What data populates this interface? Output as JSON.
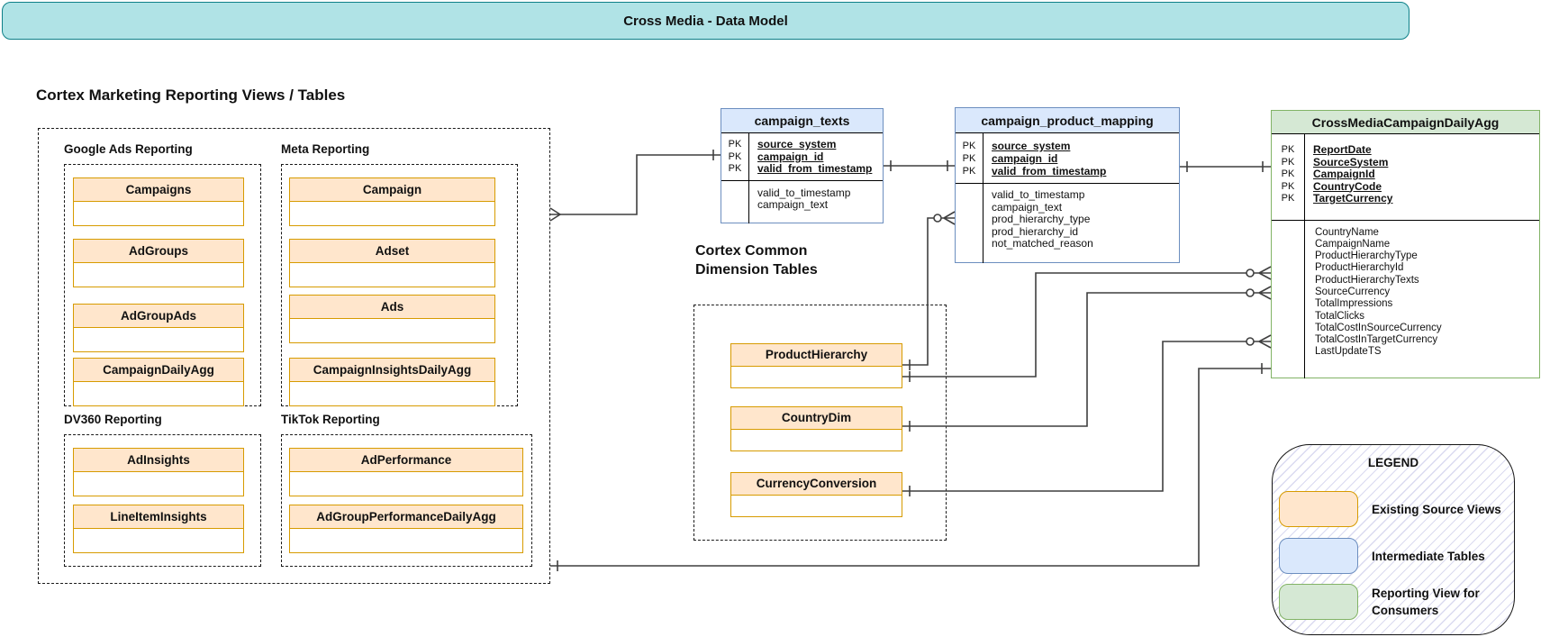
{
  "banner": {
    "title": "Cross Media - Data Model"
  },
  "labels": {
    "pk": "PK"
  },
  "left_section": {
    "title": "Cortex Marketing Reporting Views / Tables",
    "groups": [
      {
        "label": "Google Ads Reporting",
        "entities": [
          "Campaigns",
          "AdGroups",
          "AdGroupAds",
          "CampaignDailyAgg"
        ]
      },
      {
        "label": "Meta Reporting",
        "entities": [
          "Campaign",
          "Adset",
          "Ads",
          "CampaignInsightsDailyAgg"
        ]
      },
      {
        "label": "DV360 Reporting",
        "entities": [
          "AdInsights",
          "LineItemInsights"
        ]
      },
      {
        "label": "TikTok Reporting",
        "entities": [
          "AdPerformance",
          "AdGroupPerformanceDailyAgg"
        ]
      }
    ]
  },
  "tables": {
    "campaign_texts": {
      "title": "campaign_texts",
      "pk_fields": [
        "source_system",
        "campaign_id",
        "valid_from_timestamp"
      ],
      "fields": [
        "valid_to_timestamp",
        "campaign_text"
      ]
    },
    "campaign_product_mapping": {
      "title": "campaign_product_mapping",
      "pk_fields": [
        "source_system",
        "campaign_id",
        "valid_from_timestamp"
      ],
      "fields": [
        "valid_to_timestamp",
        "campaign_text",
        "prod_hierarchy_type",
        "prod_hierarchy_id",
        "not_matched_reason"
      ]
    },
    "cross_media_campaign_daily_agg": {
      "title": "CrossMediaCampaignDailyAgg",
      "pk_fields": [
        "ReportDate",
        "SourceSystem",
        "CampaignId",
        "CountryCode",
        "TargetCurrency"
      ],
      "fields": [
        "CountryName",
        "CampaignName",
        "ProductHierarchyType",
        "ProductHierarchyId",
        "ProductHierarchyTexts",
        "SourceCurrency",
        "TotalImpressions",
        "TotalClicks",
        "TotalCostInSourceCurrency",
        "TotalCostInTargetCurrency",
        "LastUpdateTS"
      ]
    }
  },
  "dimension_section": {
    "title_line1": "Cortex Common",
    "title_line2": "Dimension Tables",
    "entities": [
      "ProductHierarchy",
      "CountryDim",
      "CurrencyConversion"
    ]
  },
  "legend": {
    "title": "LEGEND",
    "items": [
      {
        "label": "Existing Source Views",
        "fill": "#ffe6cc",
        "border": "#d79b00"
      },
      {
        "label": "Intermediate Tables",
        "fill": "#dae8fc",
        "border": "#6c8ebf"
      },
      {
        "label": "Reporting View for Consumers",
        "fill": "#d5e8d4",
        "border": "#82b366"
      }
    ],
    "hatch_color": "#dadaf0"
  },
  "colors": {
    "banner_fill": "#b0e3e6",
    "banner_border": "#0e8088",
    "orange_fill": "#ffe6cc",
    "orange_border": "#d79b00",
    "blue_fill": "#dae8fc",
    "blue_border": "#6c8ebf",
    "green_fill": "#d5e8d4",
    "green_border": "#82b366",
    "connector": "#3f3f3f"
  }
}
